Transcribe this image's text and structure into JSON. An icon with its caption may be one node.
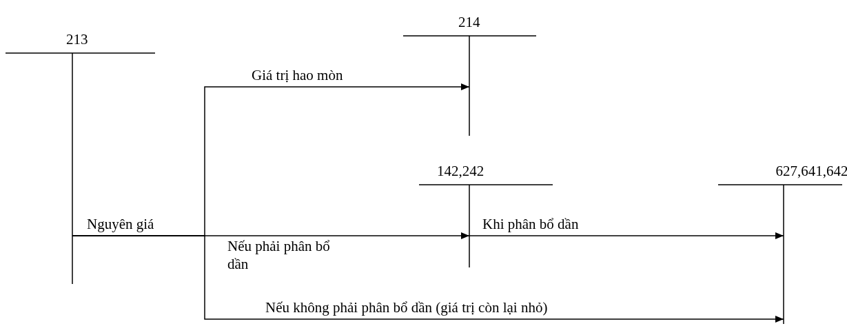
{
  "diagram": {
    "nodes": [
      {
        "text": [
          "213"
        ]
      },
      {
        "text": [
          "214"
        ]
      },
      {
        "text": [
          "142,242"
        ]
      },
      {
        "text": [
          "627,641,642"
        ]
      }
    ],
    "edges": [
      {
        "from": 0,
        "to": 1,
        "arrow": "to",
        "label": "Giá trị hao mòn"
      },
      {
        "from": 0,
        "to": 2,
        "arrow": "to",
        "label": "Nếu phải phân bổ dần"
      },
      {
        "from": 2,
        "to": 3,
        "arrow": "to",
        "label": "Khi phân bổ dần"
      },
      {
        "from": 0,
        "to": 3,
        "arrow": "to",
        "label": "Nếu không phải phân bổ dần (giá trị còn lại nhỏ)"
      }
    ],
    "labels": [
      "Nguyên giá"
    ]
  }
}
